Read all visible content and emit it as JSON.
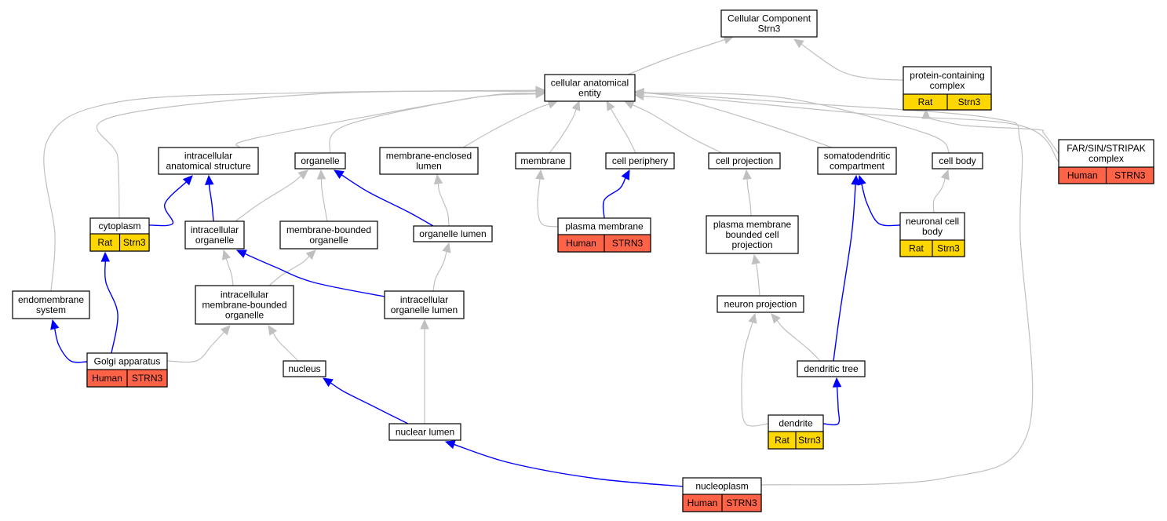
{
  "colors": {
    "human": "#ff6347",
    "rat": "#ffd700",
    "edge_direct": "#0000ff",
    "edge_indirect": "#c0c0c0"
  },
  "nodes": {
    "cellular_component": {
      "lines": [
        "Cellular Component",
        "Strn3"
      ]
    },
    "cellular_anatomical_entity": {
      "lines": [
        "cellular anatomical",
        "entity"
      ]
    },
    "protein_containing_complex": {
      "lines": [
        "protein-containing",
        "complex"
      ],
      "tags": [
        "Rat",
        "Strn3"
      ],
      "species": "rat"
    },
    "far_sin_stripak_complex": {
      "lines": [
        "FAR/SIN/STRIPAK",
        "complex"
      ],
      "tags": [
        "Human",
        "STRN3"
      ],
      "species": "human"
    },
    "intracellular_anatomical_structure": {
      "lines": [
        "intracellular",
        "anatomical structure"
      ]
    },
    "organelle": {
      "lines": [
        "organelle"
      ]
    },
    "membrane_enclosed_lumen": {
      "lines": [
        "membrane-enclosed",
        "lumen"
      ]
    },
    "membrane": {
      "lines": [
        "membrane"
      ]
    },
    "cell_periphery": {
      "lines": [
        "cell periphery"
      ]
    },
    "cell_projection": {
      "lines": [
        "cell projection"
      ]
    },
    "somatodendritic_compartment": {
      "lines": [
        "somatodendritic",
        "compartment"
      ]
    },
    "cell_body": {
      "lines": [
        "cell body"
      ]
    },
    "cytoplasm": {
      "lines": [
        "cytoplasm"
      ],
      "tags": [
        "Rat",
        "Strn3"
      ],
      "species": "rat"
    },
    "intracellular_organelle": {
      "lines": [
        "intracellular",
        "organelle"
      ]
    },
    "membrane_bounded_organelle": {
      "lines": [
        "membrane-bounded",
        "organelle"
      ]
    },
    "organelle_lumen": {
      "lines": [
        "organelle lumen"
      ]
    },
    "plasma_membrane": {
      "lines": [
        "plasma membrane"
      ],
      "tags": [
        "Human",
        "STRN3"
      ],
      "species": "human"
    },
    "plasma_membrane_bounded_cell_projection": {
      "lines": [
        "plasma membrane",
        "bounded cell",
        "projection"
      ]
    },
    "neuronal_cell_body": {
      "lines": [
        "neuronal cell",
        "body"
      ],
      "tags": [
        "Rat",
        "Strn3"
      ],
      "species": "rat"
    },
    "endomembrane_system": {
      "lines": [
        "endomembrane",
        "system"
      ]
    },
    "intracellular_membrane_bounded_organelle": {
      "lines": [
        "intracellular",
        "membrane-bounded",
        "organelle"
      ]
    },
    "intracellular_organelle_lumen": {
      "lines": [
        "intracellular",
        "organelle lumen"
      ]
    },
    "neuron_projection": {
      "lines": [
        "neuron projection"
      ]
    },
    "golgi_apparatus": {
      "lines": [
        "Golgi apparatus"
      ],
      "tags": [
        "Human",
        "STRN3"
      ],
      "species": "human"
    },
    "nucleus": {
      "lines": [
        "nucleus"
      ]
    },
    "dendritic_tree": {
      "lines": [
        "dendritic tree"
      ]
    },
    "dendrite": {
      "lines": [
        "dendrite"
      ],
      "tags": [
        "Rat",
        "Strn3"
      ],
      "species": "rat"
    },
    "nuclear_lumen": {
      "lines": [
        "nuclear lumen"
      ]
    },
    "nucleoplasm": {
      "lines": [
        "nucleoplasm"
      ],
      "tags": [
        "Human",
        "STRN3"
      ],
      "species": "human"
    }
  },
  "edges": [
    {
      "from": "cellular_anatomical_entity",
      "to": "cellular_component",
      "type": "indirect"
    },
    {
      "from": "protein_containing_complex",
      "to": "cellular_component",
      "type": "indirect"
    },
    {
      "from": "far_sin_stripak_complex",
      "to": "protein_containing_complex",
      "type": "indirect"
    },
    {
      "from": "intracellular_anatomical_structure",
      "to": "cellular_anatomical_entity",
      "type": "indirect"
    },
    {
      "from": "organelle",
      "to": "cellular_anatomical_entity",
      "type": "indirect"
    },
    {
      "from": "membrane_enclosed_lumen",
      "to": "cellular_anatomical_entity",
      "type": "indirect"
    },
    {
      "from": "membrane",
      "to": "cellular_anatomical_entity",
      "type": "indirect"
    },
    {
      "from": "cell_periphery",
      "to": "cellular_anatomical_entity",
      "type": "indirect"
    },
    {
      "from": "cell_projection",
      "to": "cellular_anatomical_entity",
      "type": "indirect"
    },
    {
      "from": "somatodendritic_compartment",
      "to": "cellular_anatomical_entity",
      "type": "indirect"
    },
    {
      "from": "cell_body",
      "to": "cellular_anatomical_entity",
      "type": "indirect"
    },
    {
      "from": "cytoplasm",
      "to": "cellular_anatomical_entity",
      "type": "indirect"
    },
    {
      "from": "endomembrane_system",
      "to": "cellular_anatomical_entity",
      "type": "indirect"
    },
    {
      "from": "far_sin_stripak_complex",
      "to": "cellular_anatomical_entity",
      "type": "indirect"
    },
    {
      "from": "nucleoplasm",
      "to": "cellular_anatomical_entity",
      "type": "indirect"
    },
    {
      "from": "cytoplasm",
      "to": "intracellular_anatomical_structure",
      "type": "direct"
    },
    {
      "from": "intracellular_organelle",
      "to": "intracellular_anatomical_structure",
      "type": "direct"
    },
    {
      "from": "intracellular_organelle",
      "to": "organelle",
      "type": "indirect"
    },
    {
      "from": "membrane_bounded_organelle",
      "to": "organelle",
      "type": "indirect"
    },
    {
      "from": "organelle_lumen",
      "to": "organelle",
      "type": "direct"
    },
    {
      "from": "organelle_lumen",
      "to": "membrane_enclosed_lumen",
      "type": "indirect"
    },
    {
      "from": "plasma_membrane",
      "to": "membrane",
      "type": "indirect"
    },
    {
      "from": "plasma_membrane",
      "to": "cell_periphery",
      "type": "direct"
    },
    {
      "from": "plasma_membrane_bounded_cell_projection",
      "to": "cell_projection",
      "type": "indirect"
    },
    {
      "from": "neuronal_cell_body",
      "to": "somatodendritic_compartment",
      "type": "direct"
    },
    {
      "from": "neuronal_cell_body",
      "to": "cell_body",
      "type": "indirect"
    },
    {
      "from": "golgi_apparatus",
      "to": "cytoplasm",
      "type": "direct"
    },
    {
      "from": "golgi_apparatus",
      "to": "endomembrane_system",
      "type": "direct"
    },
    {
      "from": "golgi_apparatus",
      "to": "intracellular_membrane_bounded_organelle",
      "type": "indirect"
    },
    {
      "from": "intracellular_membrane_bounded_organelle",
      "to": "intracellular_organelle",
      "type": "indirect"
    },
    {
      "from": "intracellular_membrane_bounded_organelle",
      "to": "membrane_bounded_organelle",
      "type": "indirect"
    },
    {
      "from": "intracellular_organelle_lumen",
      "to": "intracellular_organelle",
      "type": "direct"
    },
    {
      "from": "intracellular_organelle_lumen",
      "to": "organelle_lumen",
      "type": "indirect"
    },
    {
      "from": "neuron_projection",
      "to": "plasma_membrane_bounded_cell_projection",
      "type": "indirect"
    },
    {
      "from": "nucleus",
      "to": "intracellular_membrane_bounded_organelle",
      "type": "indirect"
    },
    {
      "from": "dendritic_tree",
      "to": "neuron_projection",
      "type": "indirect"
    },
    {
      "from": "dendritic_tree",
      "to": "somatodendritic_compartment",
      "type": "direct"
    },
    {
      "from": "dendrite",
      "to": "neuron_projection",
      "type": "indirect"
    },
    {
      "from": "dendrite",
      "to": "dendritic_tree",
      "type": "direct"
    },
    {
      "from": "nuclear_lumen",
      "to": "nucleus",
      "type": "direct"
    },
    {
      "from": "nuclear_lumen",
      "to": "intracellular_organelle_lumen",
      "type": "indirect"
    },
    {
      "from": "nucleoplasm",
      "to": "nuclear_lumen",
      "type": "direct"
    }
  ]
}
